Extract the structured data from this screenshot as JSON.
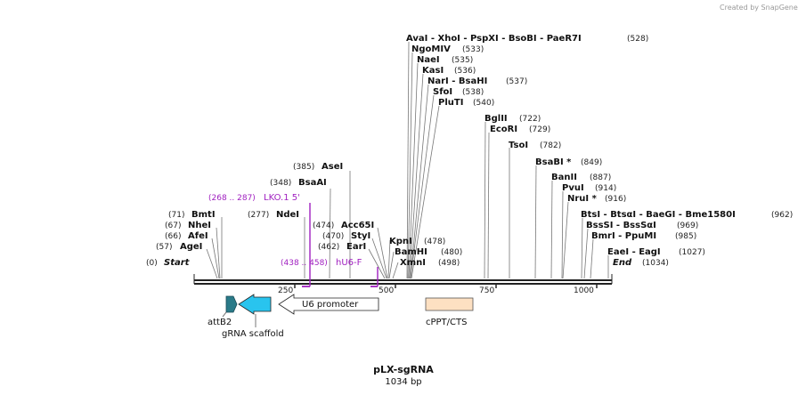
{
  "credit": "Created by SnapGene",
  "map": {
    "name": "pLX-sgRNA",
    "length_label": "1034 bp",
    "start_label": "Start",
    "start_pos": "(0)",
    "end_label": "End",
    "end_pos": "(1034)",
    "ticks": [
      "250",
      "500",
      "750",
      "1000"
    ]
  },
  "sites": [
    {
      "label": "AgeI",
      "pos": "(57)"
    },
    {
      "label": "AfeI",
      "pos": "(66)"
    },
    {
      "label": "NheI",
      "pos": "(67)"
    },
    {
      "label": "BmtI",
      "pos": "(71)"
    },
    {
      "label": "NdeI",
      "pos": "(277)"
    },
    {
      "label": "BsaAI",
      "pos": "(348)"
    },
    {
      "label": "AseI",
      "pos": "(385)"
    },
    {
      "label": "EarI",
      "pos": "(462)"
    },
    {
      "label": "StyI",
      "pos": "(470)"
    },
    {
      "label": "Acc65I",
      "pos": "(474)"
    },
    {
      "label": "KpnI",
      "pos": "(478)"
    },
    {
      "label": "BamHI",
      "pos": "(480)"
    },
    {
      "label": "XmnI",
      "pos": "(498)"
    },
    {
      "label": "PluTI",
      "pos": "(540)"
    },
    {
      "label": "SfoI",
      "pos": "(538)"
    },
    {
      "label": "NarI - BsaHI",
      "pos": "(537)"
    },
    {
      "label": "KasI",
      "pos": "(536)"
    },
    {
      "label": "NaeI",
      "pos": "(535)"
    },
    {
      "label": "NgoMIV",
      "pos": "(533)"
    },
    {
      "label": "AvaI - XhoI - PspXI - BsoBI - PaeR7I",
      "pos": "(528)"
    },
    {
      "label": "BglII",
      "pos": "(722)"
    },
    {
      "label": "EcoRI",
      "pos": "(729)"
    },
    {
      "label": "TsoI",
      "pos": "(782)"
    },
    {
      "label": "BsaBI *",
      "pos": "(849)"
    },
    {
      "label": "BanII",
      "pos": "(887)"
    },
    {
      "label": "PvuI",
      "pos": "(914)"
    },
    {
      "label": "NruI *",
      "pos": "(916)"
    },
    {
      "label": "BtsI - BtsαI - BaeGI - Bme1580I",
      "pos": "(962)"
    },
    {
      "label": "BssSI - BssSαI",
      "pos": "(969)"
    },
    {
      "label": "BmrI - PpuMI",
      "pos": "(985)"
    },
    {
      "label": "EaeI - EagI",
      "pos": "(1027)"
    }
  ],
  "primers": [
    {
      "label": "LKO.1 5'",
      "range": "(268 .. 287)"
    },
    {
      "label": "hU6-F",
      "range": "(438 .. 458)"
    }
  ],
  "features": [
    {
      "label": "U6 promoter",
      "color": "#ffffff"
    },
    {
      "label": "cPPT/CTS",
      "color": "#fde0c2"
    },
    {
      "label": "gRNA scaffold",
      "color": "#29c4ee"
    },
    {
      "label": "attB2",
      "color": "#2a7a88"
    }
  ]
}
